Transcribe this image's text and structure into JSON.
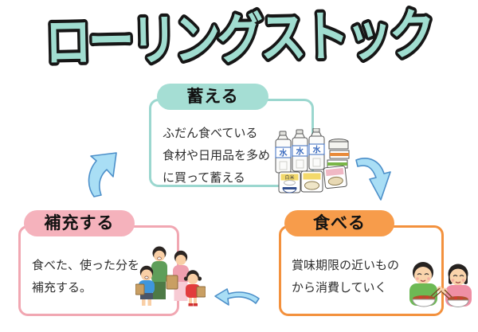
{
  "title": "ローリングストック",
  "steps": {
    "store": {
      "label": "蓄える",
      "description": "ふだん食べている\n食材や日用品を多め\nに買って蓄える"
    },
    "eat": {
      "label": "食べる",
      "description": "賞味期限の近いもの\nから消費していく"
    },
    "refill": {
      "label": "補充する",
      "description": "食べた、使った分を\n補充する。"
    }
  },
  "illustrations": {
    "stockpile": {
      "name": "water-bottles-cans-and-retort-pouches",
      "water_label": "水",
      "rice_label": "白米"
    },
    "family": {
      "name": "family-carrying-shopping-bags"
    },
    "kids": {
      "name": "children-eating-with-chopsticks"
    }
  },
  "colors": {
    "title_fill": "#a0ddd0",
    "title_outline": "#161616",
    "store_accent": "#a5ded4",
    "store_border": "#9bd7cf",
    "eat_accent": "#f79c4b",
    "eat_border": "#f3913d",
    "refill_accent": "#f5b2bc",
    "refill_border": "#f1a7b2",
    "arrow_fill": "#a9def5",
    "arrow_outline": "#4c8fc9",
    "body_text": "#2e2e2e"
  }
}
